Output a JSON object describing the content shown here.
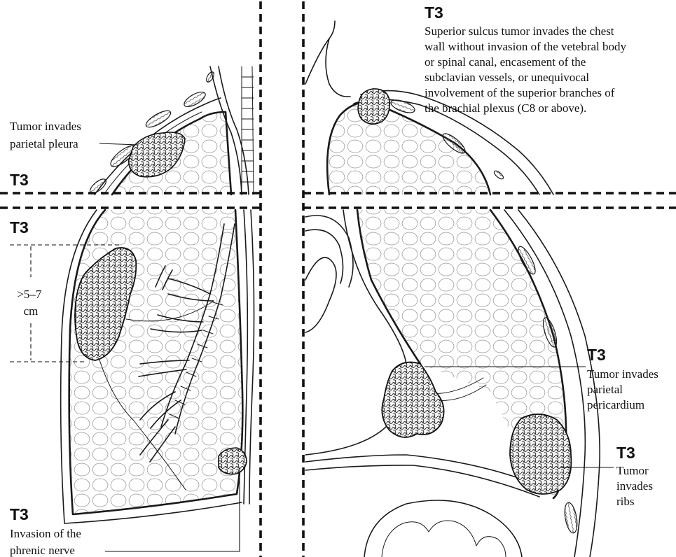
{
  "panels": {
    "top_left": {
      "stage": "T3",
      "caption_lines": [
        "Tumor invades",
        "parietal pleura"
      ]
    },
    "top_right": {
      "stage": "T3",
      "caption_lines": [
        "Superior sulcus tumor invades the chest",
        "wall without invasion of the vetebral body",
        "or spinal canal, encasement of the",
        "subclavian vessels, or unequivocal",
        "involvement of the superior branches of",
        "the brachial plexus (C8 or above)."
      ]
    },
    "bottom_left": {
      "stage_top": "T3",
      "size_label_lines": [
        ">5–7",
        "cm"
      ],
      "stage_bottom": "T3",
      "caption_lines": [
        "Invasion of the",
        "phrenic nerve"
      ]
    },
    "bottom_right": {
      "pericardium_stage": "T3",
      "pericardium_caption_lines": [
        "Tumor invades",
        "parietal",
        "pericardium"
      ],
      "ribs_stage": "T3",
      "ribs_caption_lines": [
        "Tumor",
        "invades",
        "ribs"
      ]
    }
  },
  "colors": {
    "ink": "#1a1a1a",
    "background": "#ffffff"
  }
}
